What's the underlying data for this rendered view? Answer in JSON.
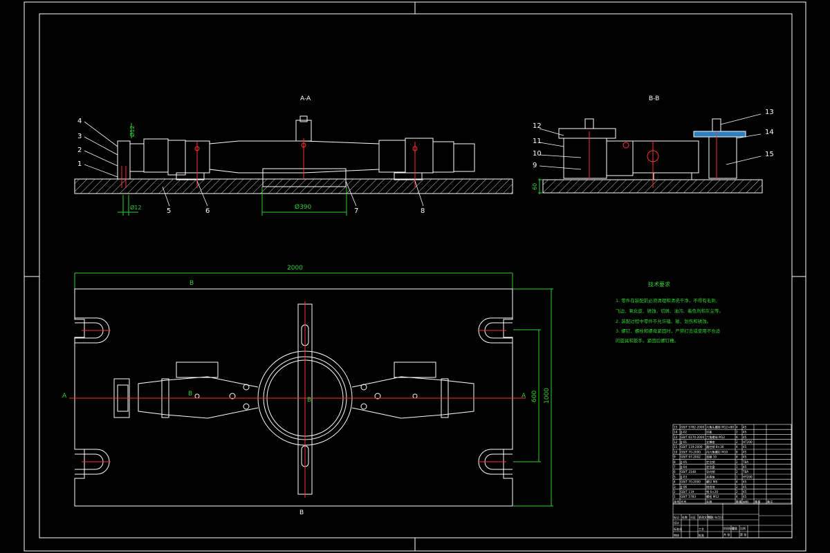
{
  "sections": {
    "aa": "A-A",
    "bb": "B-B",
    "a_left": "A",
    "a_right": "A",
    "b_top": "B",
    "b_bottom": "B",
    "b_center": "B",
    "b_center2": "B"
  },
  "dimensions": {
    "overall_length": "2000",
    "inner_width": "600",
    "overall_width": "1000",
    "bore": "Ø390",
    "pin_dia": "Ø12",
    "side_height": "60",
    "top_hole": "Ø12"
  },
  "balloons": [
    "1",
    "2",
    "3",
    "4",
    "5",
    "6",
    "7",
    "8",
    "9",
    "10",
    "11",
    "12",
    "13",
    "14",
    "15"
  ],
  "tech_req": {
    "title": "技术要求",
    "lines": [
      "1. 零件在装配前必须清理和清洗干净，不得有毛刺、",
      "飞边、氧化皮、锈蚀、切屑、油污、着色剂和灰尘等。",
      "2. 装配过程中零件不允许磕、碰、划伤和锈蚀。",
      "3. 螺钉、螺栓和螺母紧固时，严禁打击或使用不合适",
      "的旋具和扳手。紧固后螺钉槽。"
    ]
  },
  "bom": {
    "rows": [
      [
        "15",
        "GB/T 5782-2000",
        "六角头螺栓 M12×80",
        "4",
        "45"
      ],
      [
        "14",
        "JJ-02",
        "压板",
        "2",
        "45"
      ],
      [
        "13",
        "GB/T 6170-2000",
        "六角螺母 M12",
        "6",
        "45"
      ],
      [
        "12",
        "JJ-01",
        "支撑座",
        "2",
        "HT200"
      ],
      [
        "11",
        "GB/T 119-2000",
        "圆柱销 8×30",
        "4",
        "45"
      ],
      [
        "10",
        "GB/T 70-2000",
        "内六角螺钉 M10",
        "8",
        "45"
      ],
      [
        "9",
        "GB/T 97-2002",
        "垫圈 10",
        "8",
        "45"
      ],
      [
        "8",
        "JJ-05",
        "定位销",
        "2",
        "T8A"
      ],
      [
        "7",
        "JJ-04",
        "定位盘",
        "1",
        "45"
      ],
      [
        "6",
        "GB/T 2148",
        "导向销",
        "2",
        "T8A"
      ],
      [
        "5",
        "JJ-03",
        "夹具体",
        "1",
        "HT200"
      ],
      [
        "4",
        "GB/T 70-2000",
        "螺钉 M8",
        "4",
        "45"
      ],
      [
        "3",
        "JJ-06",
        "侧挡块",
        "2",
        "45"
      ],
      [
        "2",
        "GB/T 119",
        "销 6×20",
        "2",
        "45"
      ],
      [
        "1",
        "GB/T 5783",
        "螺栓 M12",
        "4",
        "45"
      ]
    ],
    "header": [
      "序号",
      "代号",
      "名称",
      "数量",
      "材料",
      "重量",
      "备注"
    ]
  },
  "title_block": {
    "cells": [
      "标记",
      "处数",
      "分区",
      "更改文件号",
      "签名",
      "年月日",
      "设计",
      "标准化",
      "审核",
      "工艺",
      "批准",
      "阶段标记",
      "重量",
      "比例",
      "共 张",
      "第 张"
    ]
  }
}
